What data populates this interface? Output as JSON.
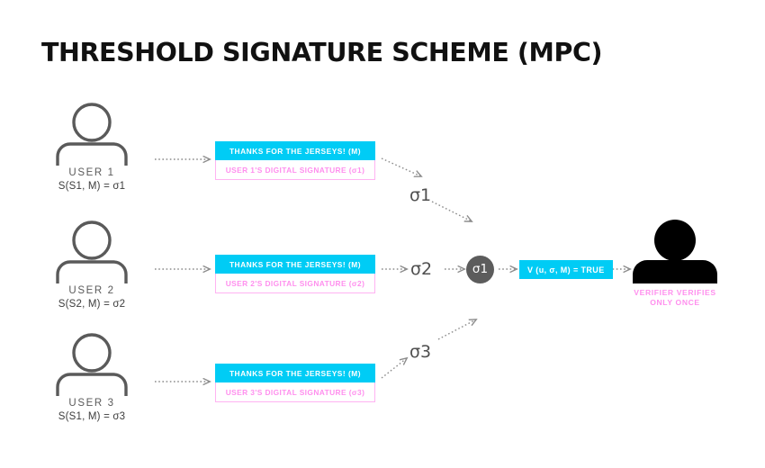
{
  "page": {
    "title": "THRESHOLD SIGNATURE SCHEME (MPC)"
  },
  "users": [
    {
      "icon": "person-outline-icon",
      "name": "USER 1",
      "formula": "S(S1, M) = σ1",
      "message_header": "THANKS FOR THE JERSEYS! (M)",
      "message_body": "USER 1'S DIGITAL SIGNATURE (σ1)"
    },
    {
      "icon": "person-outline-icon",
      "name": "USER 2",
      "formula": "S(S2, M) = σ2",
      "message_header": "THANKS FOR THE JERSEYS! (M)",
      "message_body": "USER 2'S DIGITAL SIGNATURE (σ2)"
    },
    {
      "icon": "person-outline-icon",
      "name": "USER 3",
      "formula": "S(S1, M) = σ3",
      "message_header": "THANKS FOR THE JERSEYS! (M)",
      "message_body": "USER 3'S DIGITAL SIGNATURE (σ3)"
    }
  ],
  "signatures": {
    "sig1_label": "σ1",
    "sig2_label": "σ2",
    "sig3_label": "σ3"
  },
  "aggregate": {
    "label": "σ1"
  },
  "verification": {
    "formula": "V (u, σ, M) = TRUE"
  },
  "verifier": {
    "icon": "person-filled-icon",
    "caption_line1": "VERIFIER VERIFIES",
    "caption_line2": "ONLY ONCE"
  },
  "colors": {
    "cyan": "#00ccf5",
    "pink": "#ff8fee",
    "pink_border": "#ffb3f2",
    "gray_circle": "#5c5c5c",
    "gray_text": "#5a5a5a",
    "arrow": "#8c8c8c",
    "title": "#111111",
    "background": "#ffffff"
  }
}
